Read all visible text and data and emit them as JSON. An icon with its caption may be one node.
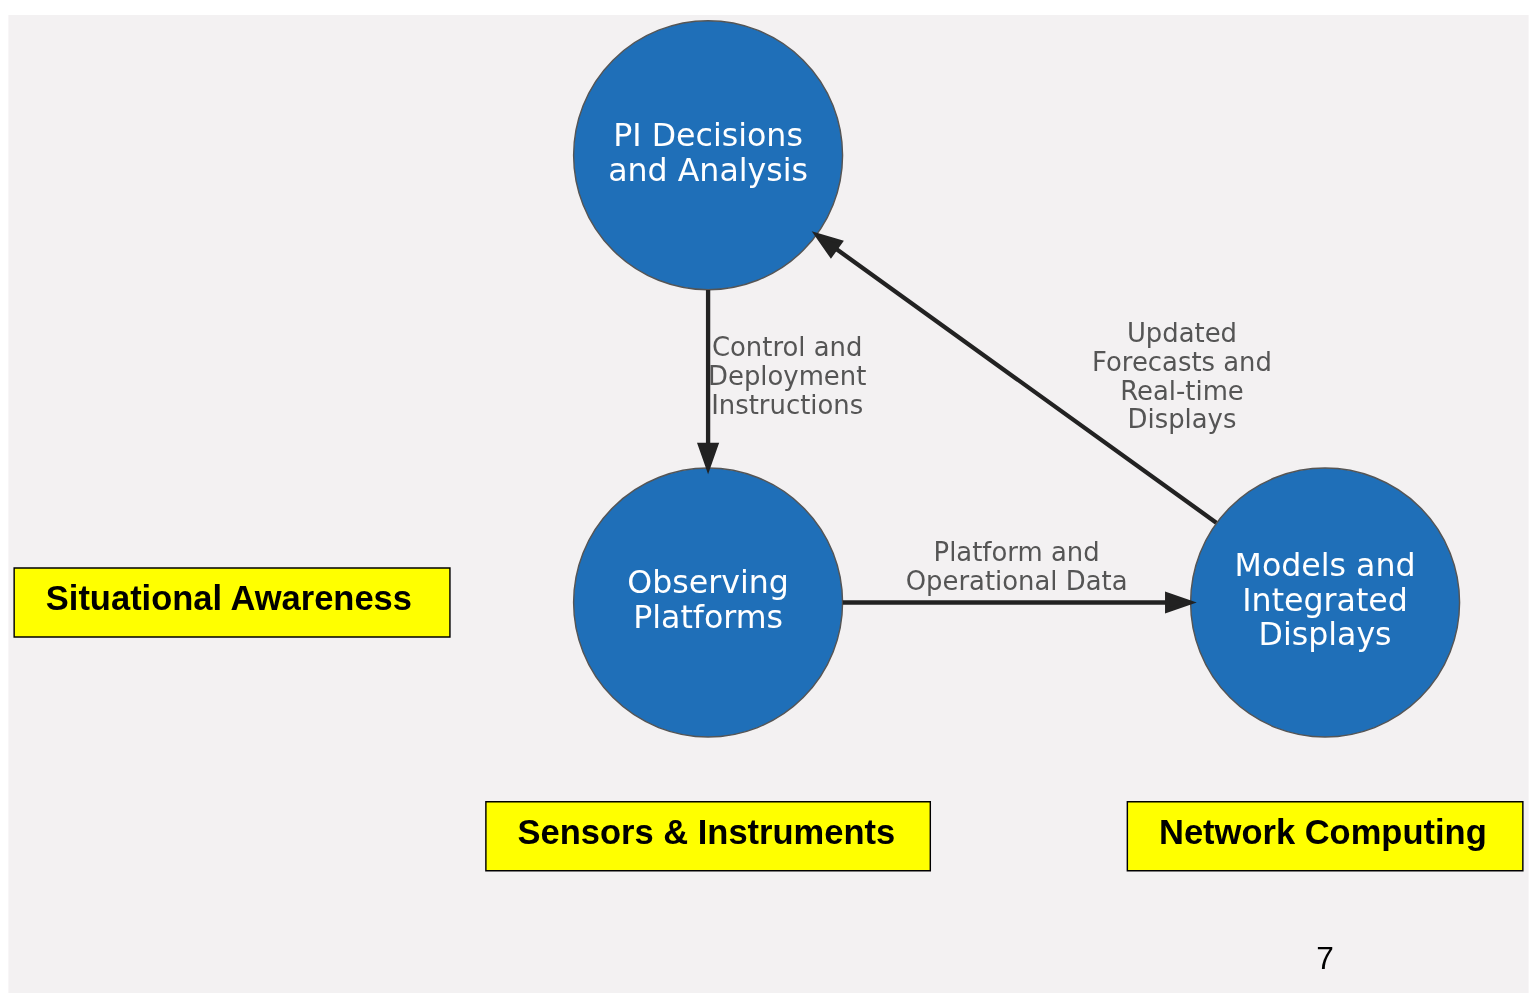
{
  "diagram": {
    "nodes": [
      {
        "text": [
          "PI Decisions and Analysis"
        ]
      },
      {
        "text": [
          "Situational Awareness"
        ]
      },
      {
        "text": [
          "Models and Integrated Displays"
        ]
      },
      {
        "text": [
          "Network Computing"
        ]
      },
      {
        "text": [
          "Observing Platforms"
        ]
      },
      {
        "text": [
          "Sensors & Instruments"
        ]
      }
    ],
    "edges": [
      {
        "from": 0,
        "to": 4,
        "arrow": "to",
        "label": "Control and Deployment Instructions"
      },
      {
        "from": 4,
        "to": 2,
        "arrow": "to",
        "label": "Platform and Operational Data"
      },
      {
        "from": 2,
        "to": 0,
        "arrow": "to",
        "label": "Updated Forecasts and Real-time Displays"
      }
    ],
    "labels": [
      "7"
    ]
  }
}
